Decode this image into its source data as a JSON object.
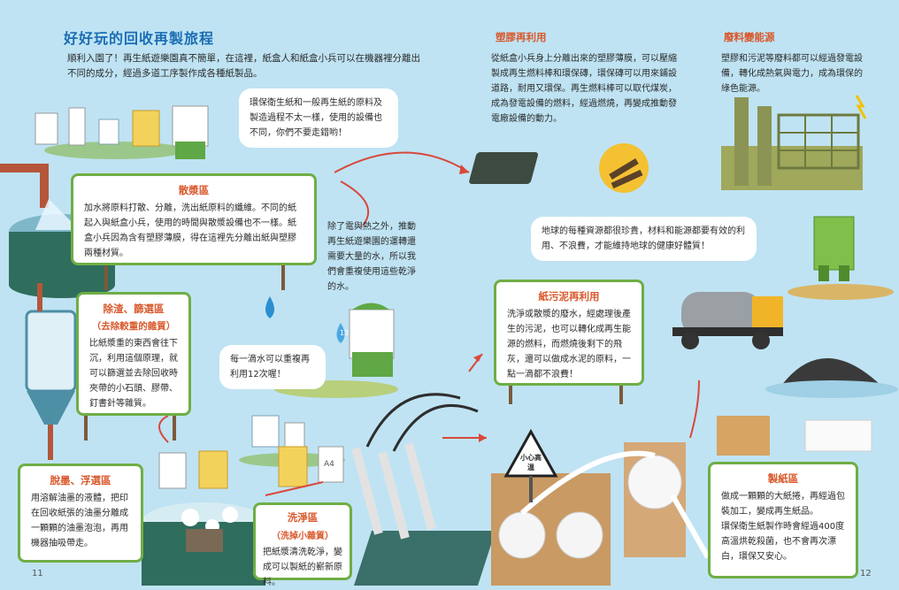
{
  "title": "好好玩的回收再製旅程",
  "intro": "順利入園了！再生紙遊樂園真不簡單，在這裡，紙盒人和紙盒小兵可以在機器裡分離出不同的成分，經過多道工序製作成各種紙製品。",
  "bubble_top": "環保衛生紙和一般再生紙的原料及製造過程不太一樣，使用的設備也不同，你們不要走錯哟！",
  "pulp_zone": {
    "title": "散漿區",
    "text": "加水將原料打散、分離，洗出紙原料的纖維。不同的紙起入與紙盒小兵，使用的時間與散漿設備也不一樣。紙盒小兵因為含有塑膠薄膜，得在這裡先分離出紙與塑膠兩種材質。"
  },
  "water_note": "除了電與熱之外，推動再生紙遊樂園的運轉還需要大量的水，所以我們會重複使用這些乾淨的水。",
  "water_bubble": "每一滴水可以重複再利用12次喔！",
  "water_drop_number": "12",
  "screen_zone": {
    "title": "除渣、篩選區",
    "subtitle": "（去除較重的雜質）",
    "text": "比紙漿重的東西會往下沉，利用這個原理，就可以篩選並去除回收時夾帶的小石頭、膠帶、釘書針等雜質。"
  },
  "deink_zone": {
    "title": "脫墨、浮選區",
    "text": "用溶解油墨的液體，把印在回收紙張的油墨分離成一顆顆的油墨泡泡，再用機器抽吸帶走。"
  },
  "wash_zone": {
    "title": "洗淨區",
    "subtitle": "（洗掉小雜質）",
    "text": "把紙漿清洗乾淨，變成可以製紙的嶄新原料。"
  },
  "plastic_reuse": {
    "title": "塑膠再利用",
    "text": "從紙盒小兵身上分離出來的塑膠薄膜，可以壓縮製成再生燃料棒和環保磚，環保磚可以用來鋪設道路，耐用又環保。再生燃料棒可以取代煤炭，成為發電設備的燃料，經過燃燒，再變成推動發電廠設備的動力。"
  },
  "waste_energy": {
    "title": "廢料變能源",
    "text": "塑膠和污泥等廢料都可以經過發電設備，轉化成熱氣與電力，成為環保的綠色能源。"
  },
  "earth_bubble": "地球的每種資源都很珍貴，材料和能源都要有效的利用、不浪費，才能維持地球的健康好體質！",
  "sludge_reuse": {
    "title": "紙污泥再利用",
    "text": "洗淨或散漿的廢水，經處理後產生的污泥，也可以轉化成再生能源的燃料，而燃燒後剩下的飛灰，還可以做成水泥的原料，一點一滴都不浪費！"
  },
  "paper_zone": {
    "title": "製紙區",
    "text1": "做成一顆顆的大紙捲，再經過包裝加工，變成再生紙品。",
    "text2": "環保衛生紙製作時會經過400度高溫烘乾殺菌，也不會再次漂白，環保又安心。"
  },
  "sign_text": "小心高溫",
  "carton_label": "A4",
  "page_left": "11",
  "page_right": "12",
  "colors": {
    "sky": "#bfe3f3",
    "board_border": "#6fae45",
    "title_orange": "#d9582b",
    "title_blue": "#1b6db3",
    "arrow_red": "#d9483b"
  }
}
